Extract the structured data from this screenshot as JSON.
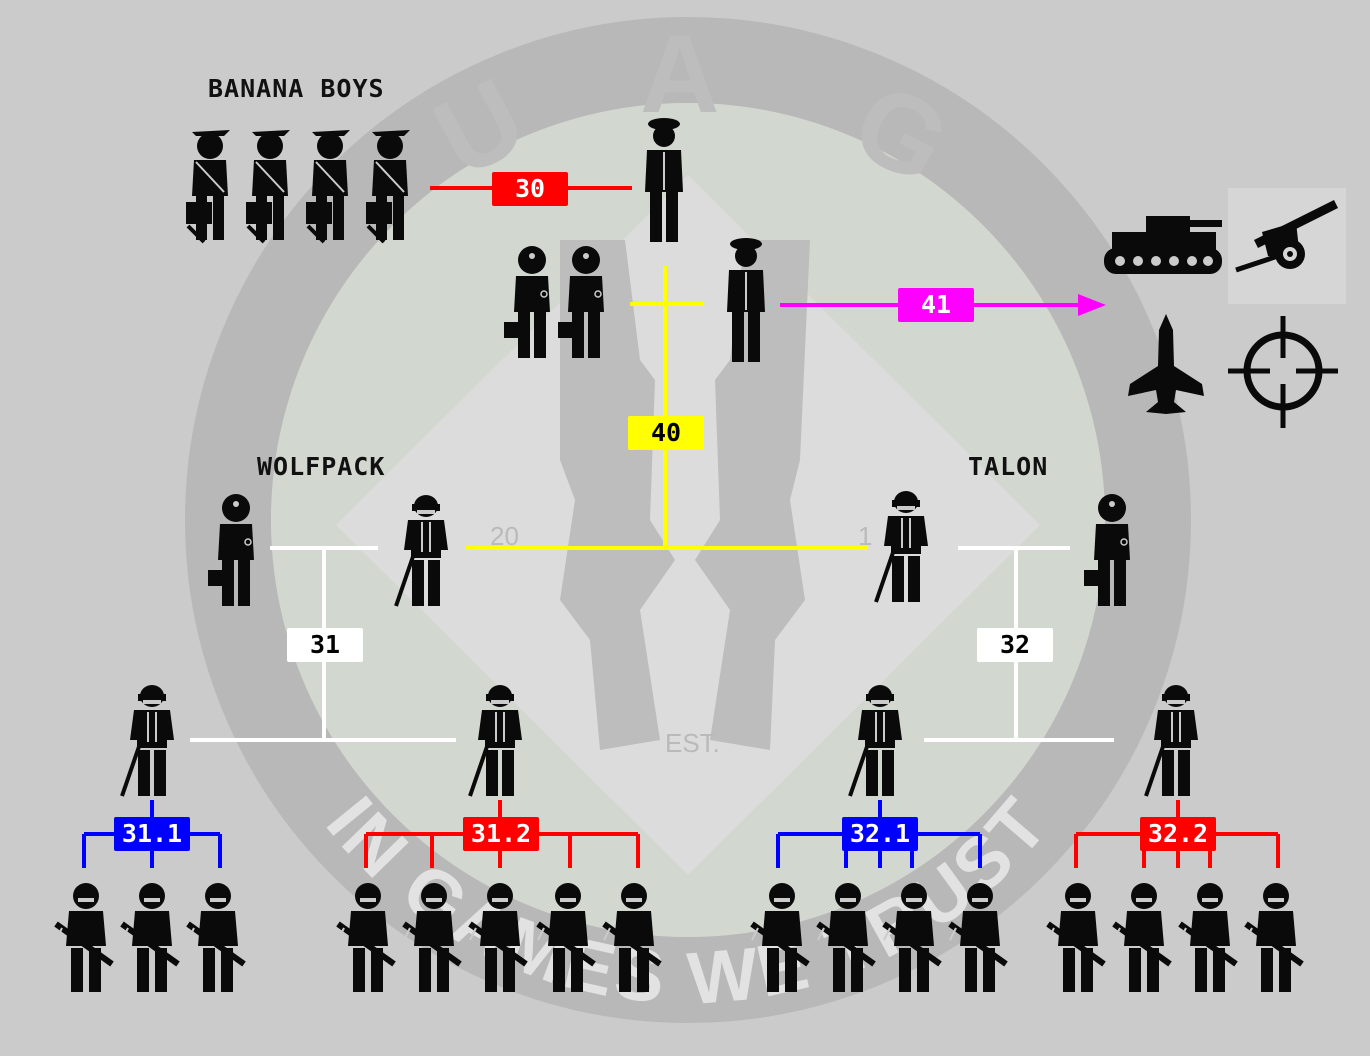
{
  "background": {
    "logo_letters": [
      "U",
      "A",
      "G"
    ],
    "motto": "IN GAMES WE TRUST",
    "est_left": "20",
    "est_right": "1",
    "est_label": "EST."
  },
  "units": {
    "banana_boys": "BANANA BOYS",
    "wolfpack": "WOLFPACK",
    "talon": "TALON"
  },
  "badges": {
    "b30": "30",
    "b31": "31",
    "b32": "32",
    "b40": "40",
    "b41": "41",
    "b31_1": "31.1",
    "b31_2": "31.2",
    "b32_1": "32.1",
    "b32_2": "32.2"
  },
  "colors": {
    "red": "#ff0000",
    "blue": "#0000ff",
    "yellow": "#ffff00",
    "magenta": "#ff00ff",
    "white": "#ffffff",
    "background": "#cbcbcb",
    "figure": "#0a0a0a"
  },
  "icons": {
    "support_assets": [
      "tank-icon",
      "artillery-icon",
      "jet-icon",
      "crosshair-icon"
    ]
  }
}
